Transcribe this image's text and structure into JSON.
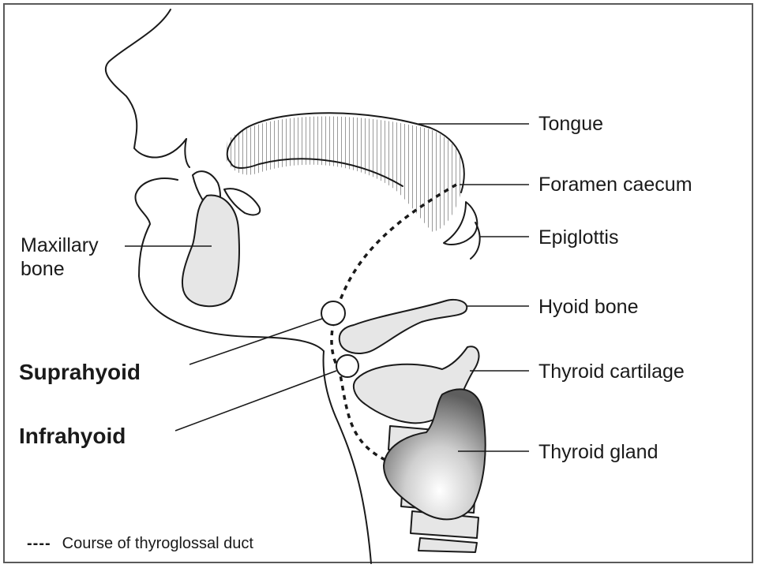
{
  "labels": {
    "tongue": "Tongue",
    "foramen_caecum": "Foramen caecum",
    "epiglottis": "Epiglottis",
    "maxillary_bone_line1": "Maxillary",
    "maxillary_bone_line2": "bone",
    "hyoid_bone": "Hyoid bone",
    "suprahyoid": "Suprahyoid",
    "thyroid_cartilage": "Thyroid cartilage",
    "infrahyoid": "Infrahyoid",
    "thyroid_gland": "Thyroid gland"
  },
  "legend": {
    "symbol": "----",
    "text": "Course of thyroglossal duct"
  }
}
